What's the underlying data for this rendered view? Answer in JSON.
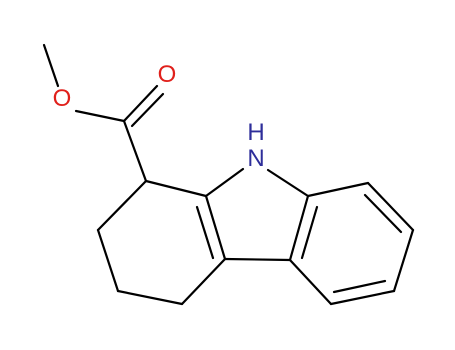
{
  "molecule": {
    "atoms": [
      {
        "id": "O_methoxy",
        "label": "O"
      },
      {
        "id": "O_carbonyl",
        "label": "O"
      },
      {
        "id": "N_ring",
        "label": "N"
      },
      {
        "id": "H_ring",
        "label": "H"
      }
    ]
  },
  "colors": {
    "bond": "#000000",
    "oxygen": "#e0201b",
    "nitrogen": "#2e2e9a"
  }
}
